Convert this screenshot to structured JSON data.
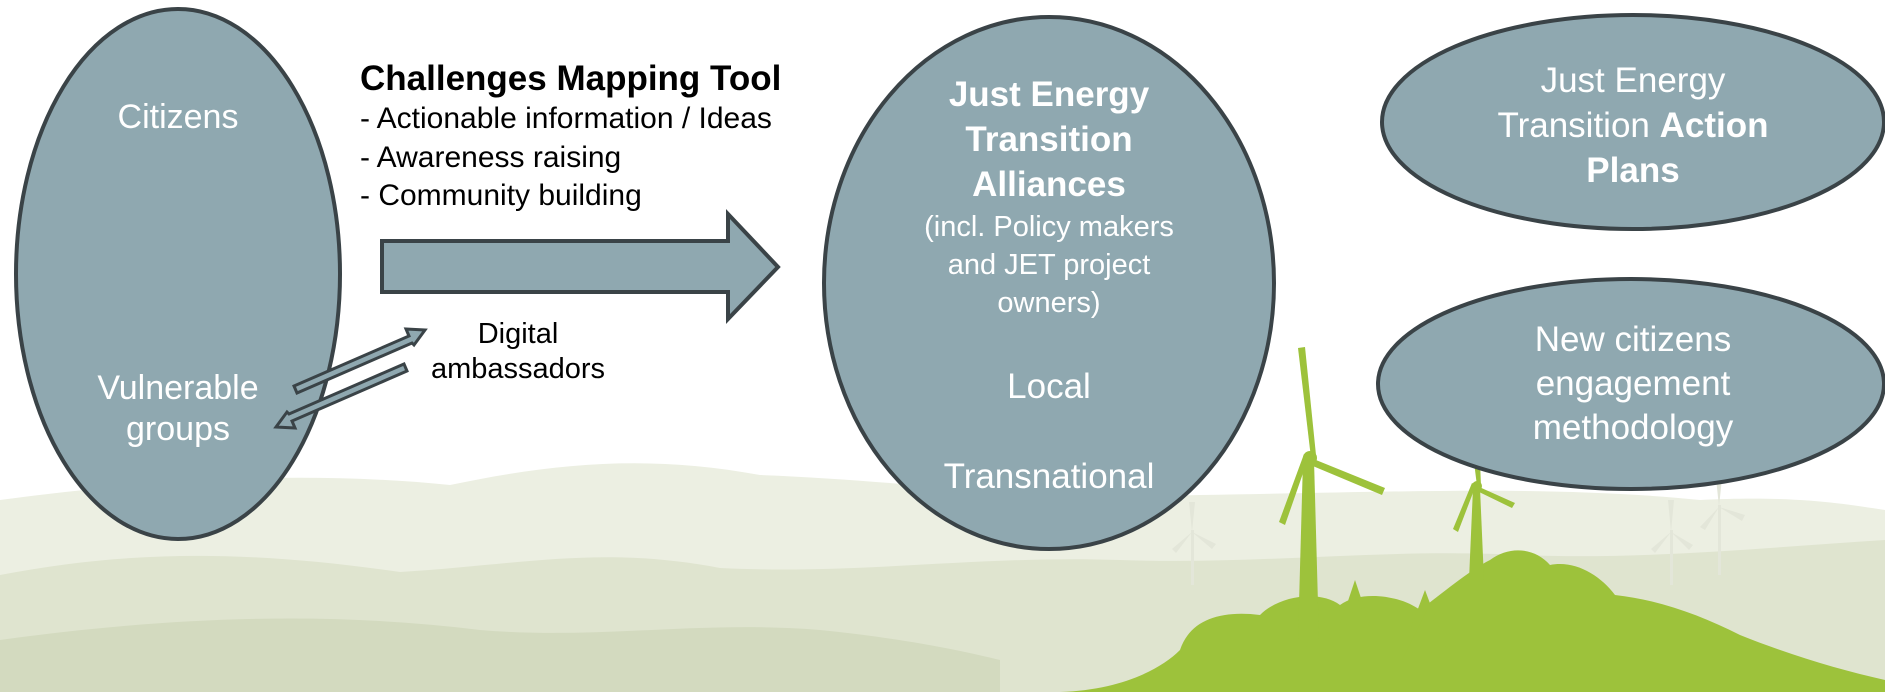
{
  "colors": {
    "ellipse_fill": "#8fa8b0",
    "ellipse_stroke": "#3a4347",
    "hill_light": "#ecefe2",
    "hill_mid": "#dfe4cf",
    "hill_dark": "#d3dabf",
    "turbine_pale": "#e3e6d9",
    "green": "#9dc23b"
  },
  "citizens": {
    "top": "Citizens",
    "bottom": "Vulnerable groups"
  },
  "tool": {
    "title": "Challenges Mapping Tool",
    "items": [
      "- Actionable information / Ideas",
      "- Awareness raising",
      "- Community building"
    ]
  },
  "ambassadors": {
    "line1": "Digital",
    "line2": "ambassadors"
  },
  "alliances": {
    "title": "Just Energy Transition Alliances",
    "subtitle": "(incl. Policy makers and JET project owners)",
    "level1": "Local",
    "level2": "Transnational"
  },
  "action_plans": {
    "prefix": "Just Energy Transition",
    "bold": "Action Plans"
  },
  "methodology": {
    "text": "New citizens engagement methodology"
  }
}
